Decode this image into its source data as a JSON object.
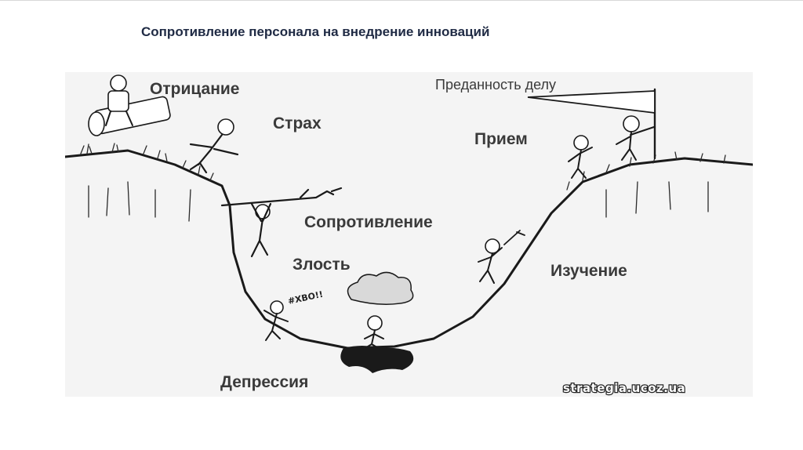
{
  "title": "Сопротивление персонала на внедрение инноваций",
  "stages": {
    "denial": "Отрицание",
    "fear": "Страх",
    "resistance": "Сопротивление",
    "anger": "Злость",
    "depression": "Депрессия",
    "study": "Изучение",
    "acceptance": "Прием",
    "commitment": "Преданность делу"
  },
  "exclamation": "#ХВО!!",
  "watermark": "strategia.ucoz.ua"
}
